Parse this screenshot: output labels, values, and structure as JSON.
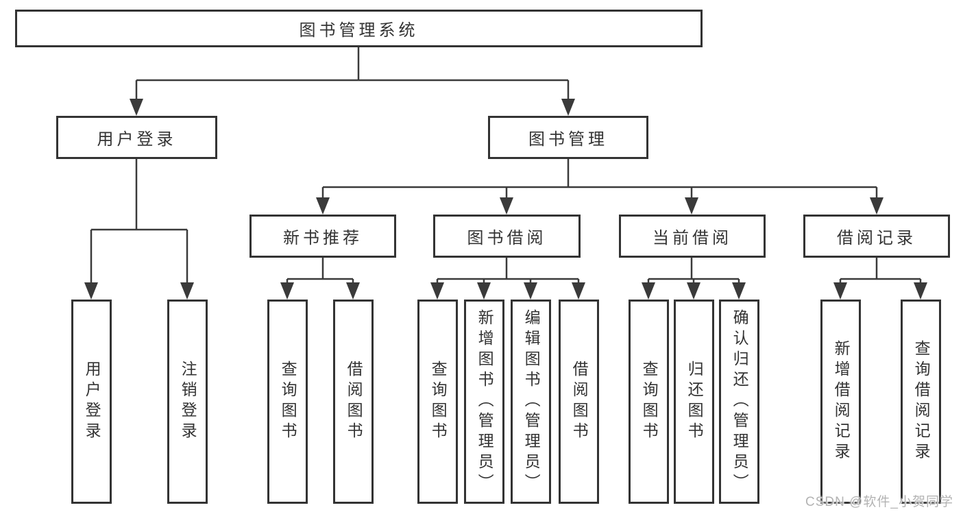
{
  "colors": {
    "line": "#3a3a3a",
    "box_border": "#333333",
    "text": "#333333",
    "background": "#ffffff",
    "watermark": "#b3b3b3"
  },
  "watermark": {
    "text": "CSDN @软件_小贺同学"
  },
  "diagram": {
    "root": {
      "label": "图书管理系统"
    },
    "branches": [
      {
        "label": "用户登录",
        "children": [
          {
            "label": "用户登录"
          },
          {
            "label": "注销登录"
          }
        ]
      },
      {
        "label": "图书管理",
        "children": [
          {
            "label": "新书推荐",
            "children": [
              {
                "label": "查询图书"
              },
              {
                "label": "借阅图书"
              }
            ]
          },
          {
            "label": "图书借阅",
            "children": [
              {
                "label": "查询图书"
              },
              {
                "label": "新增图书（管理员）"
              },
              {
                "label": "编辑图书（管理员）"
              },
              {
                "label": "借阅图书"
              }
            ]
          },
          {
            "label": "当前借阅",
            "children": [
              {
                "label": "查询图书"
              },
              {
                "label": "归还图书"
              },
              {
                "label": "确认归还（管理员）"
              }
            ]
          },
          {
            "label": "借阅记录",
            "children": [
              {
                "label": "新增借阅记录"
              },
              {
                "label": "查询借阅记录"
              }
            ]
          }
        ]
      }
    ]
  }
}
